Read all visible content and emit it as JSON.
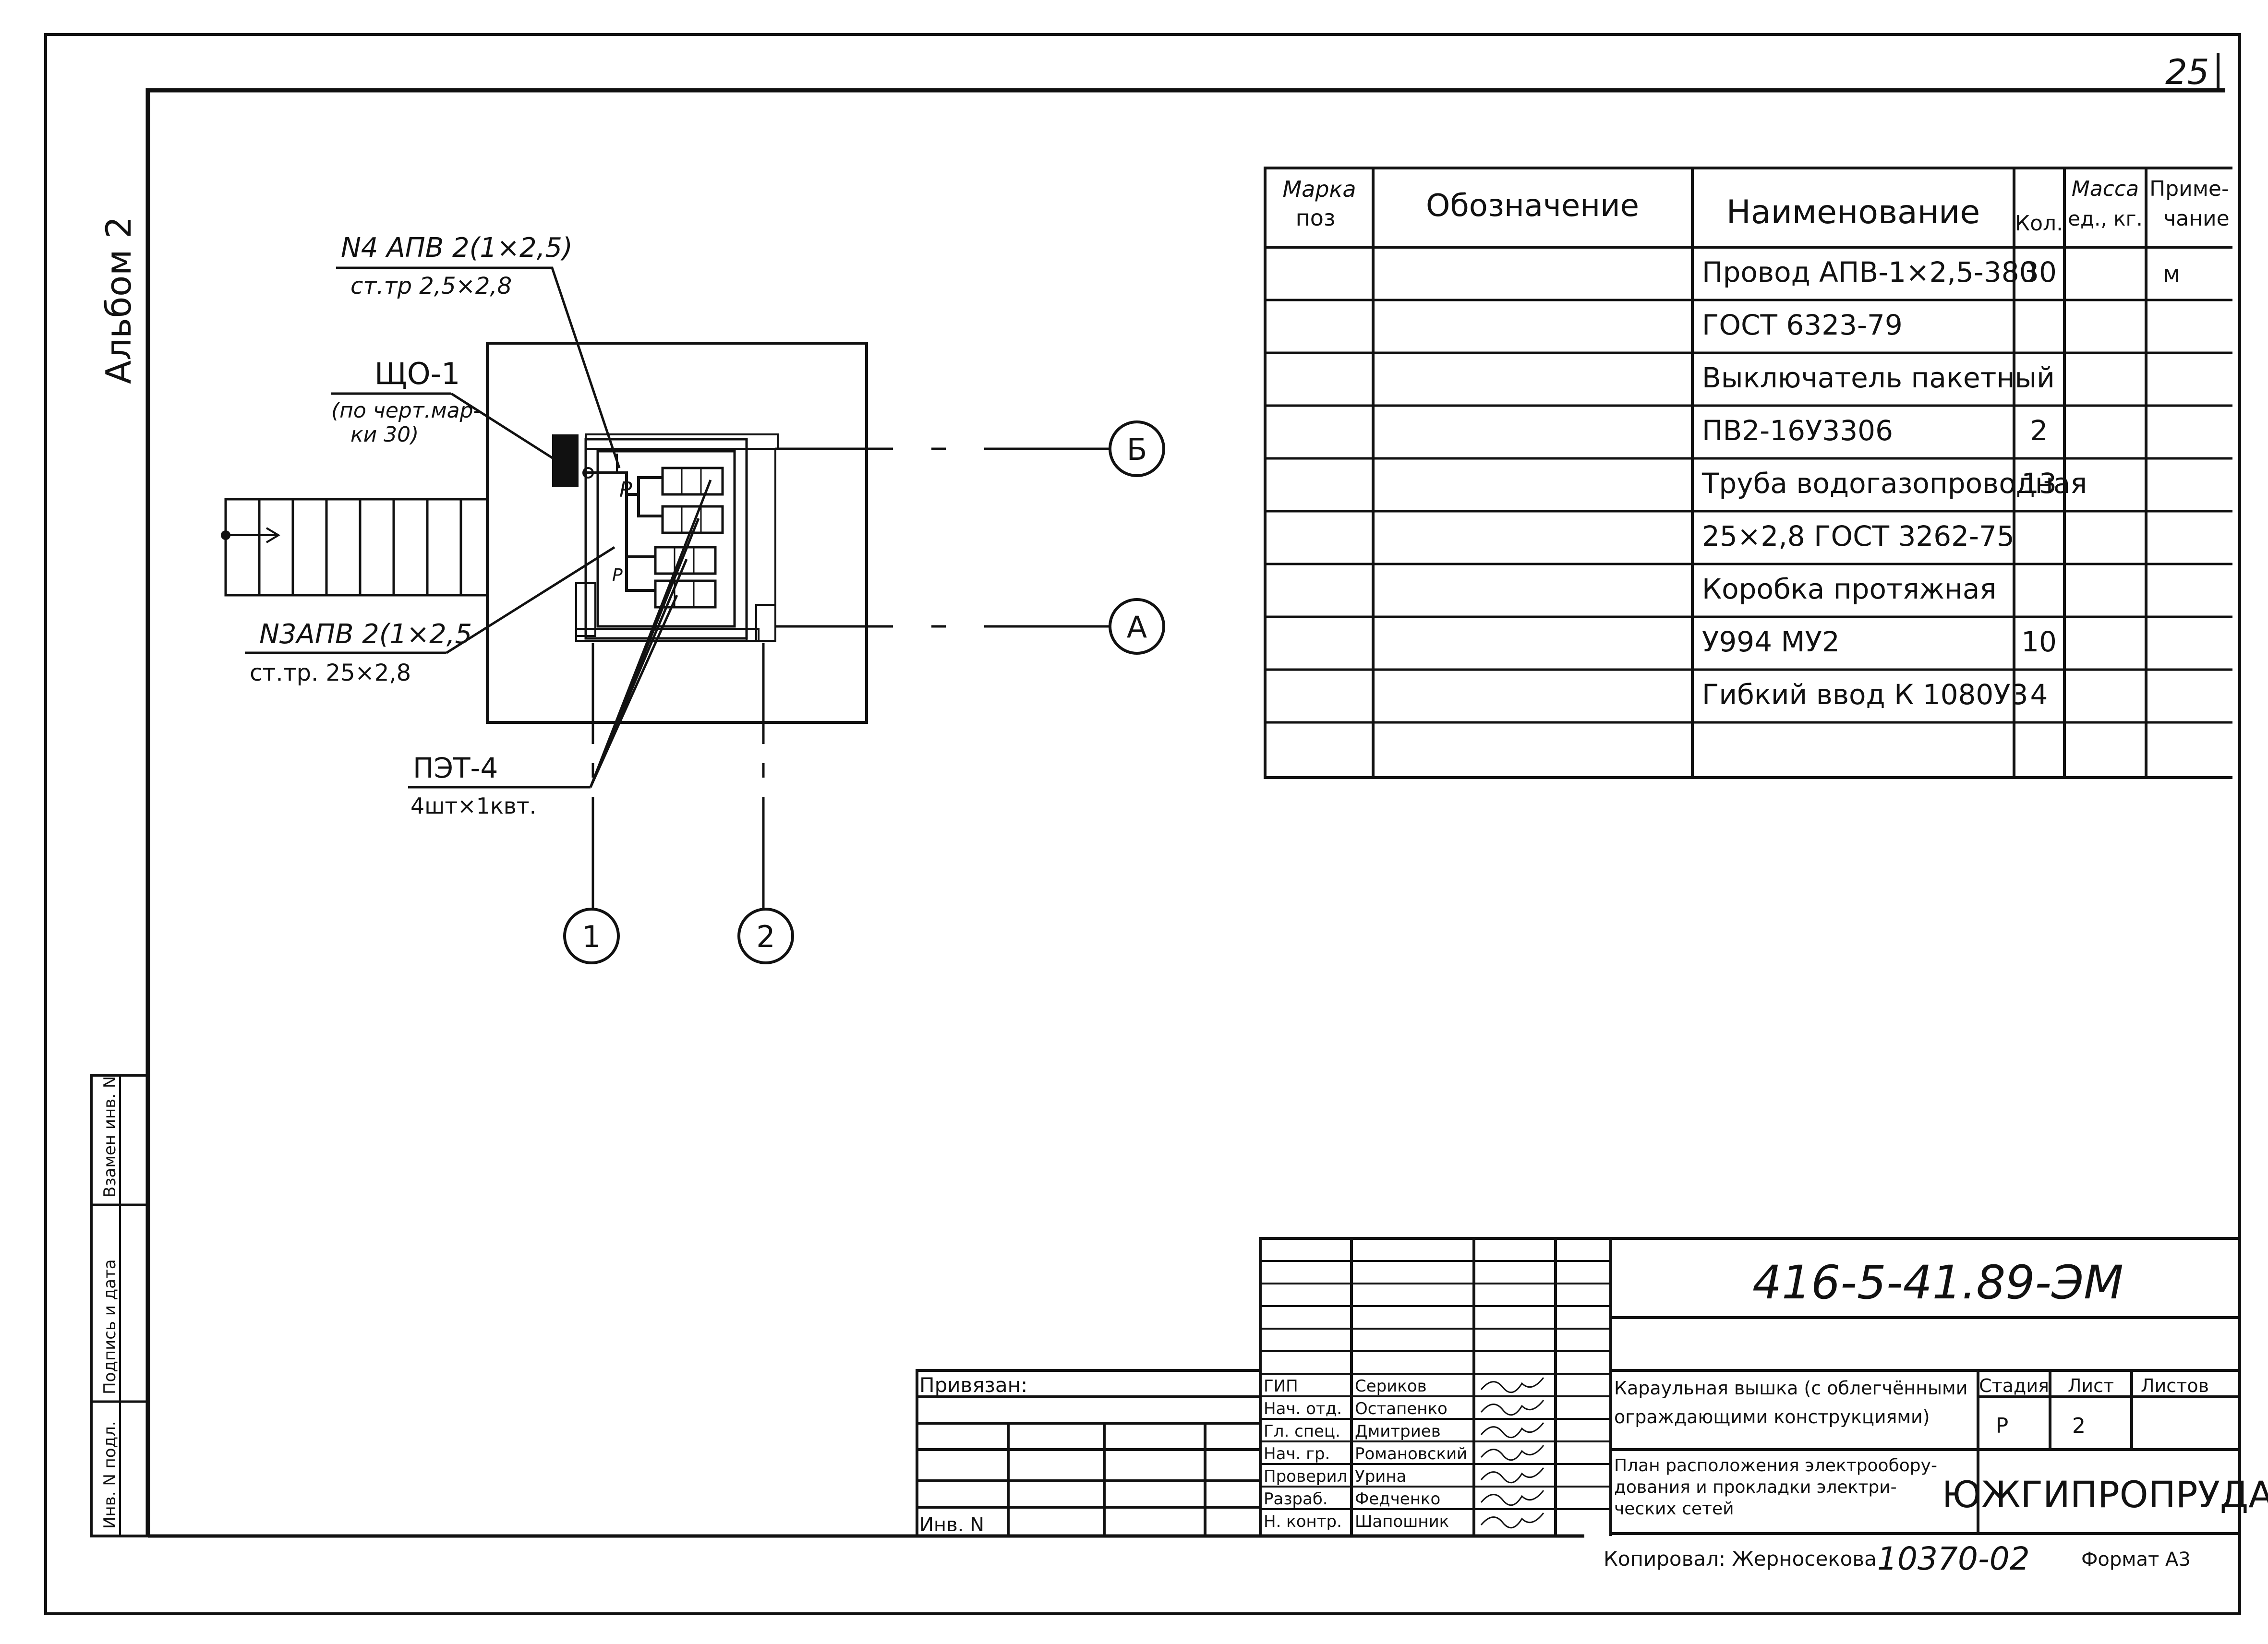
{
  "sheet_number": "25",
  "album": "Альбом 2",
  "plan": {
    "label_n4": "N4 АПВ 2(1×2,5)",
    "label_n4_pipe": "ст.тр 2,5×2,8",
    "label_shch": "ЩО-1",
    "label_shch_note1": "(по черт.мар-",
    "label_shch_note2": "ки 30)",
    "label_n3": "N3АПВ 2(1×2,5",
    "label_n3_pipe": "ст.тр. 25×2,8",
    "label_pet": "ПЭТ-4",
    "label_pet_count": "4шт×1квт.",
    "switch_mark": "P",
    "axis_b": "Б",
    "axis_a": "А",
    "axis_1": "1",
    "axis_2": "2"
  },
  "spec_table": {
    "headers": {
      "mark": "Марка поз",
      "designation": "Обозначение",
      "name": "Наименование",
      "qty": "Кол.",
      "mass": "Масса ед., кг.",
      "note": "Примечание"
    },
    "rows": [
      {
        "name": "Провод АПВ-1×2,5-380",
        "qty": "30",
        "note": "м"
      },
      {
        "name": "ГОСТ 6323-79",
        "qty": "",
        "note": ""
      },
      {
        "name": "Выключатель пакетный",
        "qty": "",
        "note": ""
      },
      {
        "name": "ПВ2-16У3306",
        "qty": "2",
        "note": ""
      },
      {
        "name": "Труба водогазопроводная",
        "qty": "13",
        "note": ""
      },
      {
        "name": "25×2,8 ГОСТ 3262-75",
        "qty": "",
        "note": ""
      },
      {
        "name": "Коробка протяжная",
        "qty": "",
        "note": ""
      },
      {
        "name": "У994 МУ2",
        "qty": "10",
        "note": ""
      },
      {
        "name": "Гибкий ввод К 1080У3",
        "qty": "4",
        "note": ""
      },
      {
        "name": "",
        "qty": "",
        "note": ""
      }
    ]
  },
  "side_stamp": {
    "inv_podl": "Инв. N подл.",
    "signature_date": "Подпись и дата",
    "replace_inv": "Взамен инв. N"
  },
  "title_block": {
    "doc_code": "416-5-41.89-ЭМ",
    "bound_label": "Привязан:",
    "inv_label": "Инв. N",
    "staff": [
      {
        "role": "ГИП",
        "name": "Сериков"
      },
      {
        "role": "Нач. отд.",
        "name": "Остапенко"
      },
      {
        "role": "Гл. спец.",
        "name": "Дмитриев"
      },
      {
        "role": "Нач. гр.",
        "name": "Романовский"
      },
      {
        "role": "Проверил",
        "name": "Урина"
      },
      {
        "role": "Разраб.",
        "name": "Федченко"
      },
      {
        "role": "Н. контр.",
        "name": "Шапошник"
      }
    ],
    "object_line1": "Караульная вышка (с облегчёнными",
    "object_line2": "ограждающими конструкциями)",
    "stage_label": "Стадия",
    "sheet_label": "Лист",
    "sheets_label": "Листов",
    "stage_value": "Р",
    "sheet_value": "2",
    "drawing_line1": "План расположения электрообору-",
    "drawing_line2": "дования и прокладки электри-",
    "drawing_line3": "ческих сетей",
    "organization": "ЮЖГИПРОПРУДА",
    "copied": "Копировал: Жерносекова",
    "copy_number": "10370-02",
    "format": "Формат А3"
  }
}
